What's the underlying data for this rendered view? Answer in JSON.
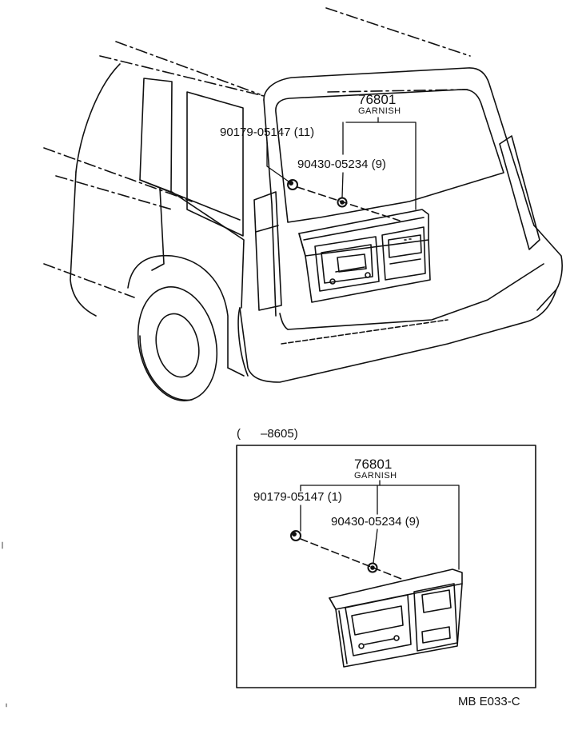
{
  "main_view": {
    "part_number": "76801",
    "part_name": "GARNISH",
    "screw_callout": "90179-05147 (11)",
    "clip_callout": "90430-05234 (9)"
  },
  "inset": {
    "range_label": "(      –8605)",
    "part_number": "76801",
    "part_name": "GARNISH",
    "screw_callout": "90179-05147 (1)",
    "clip_callout": "90430-05234 (9)"
  },
  "footer": {
    "diagram_code": "MB E033-C"
  }
}
